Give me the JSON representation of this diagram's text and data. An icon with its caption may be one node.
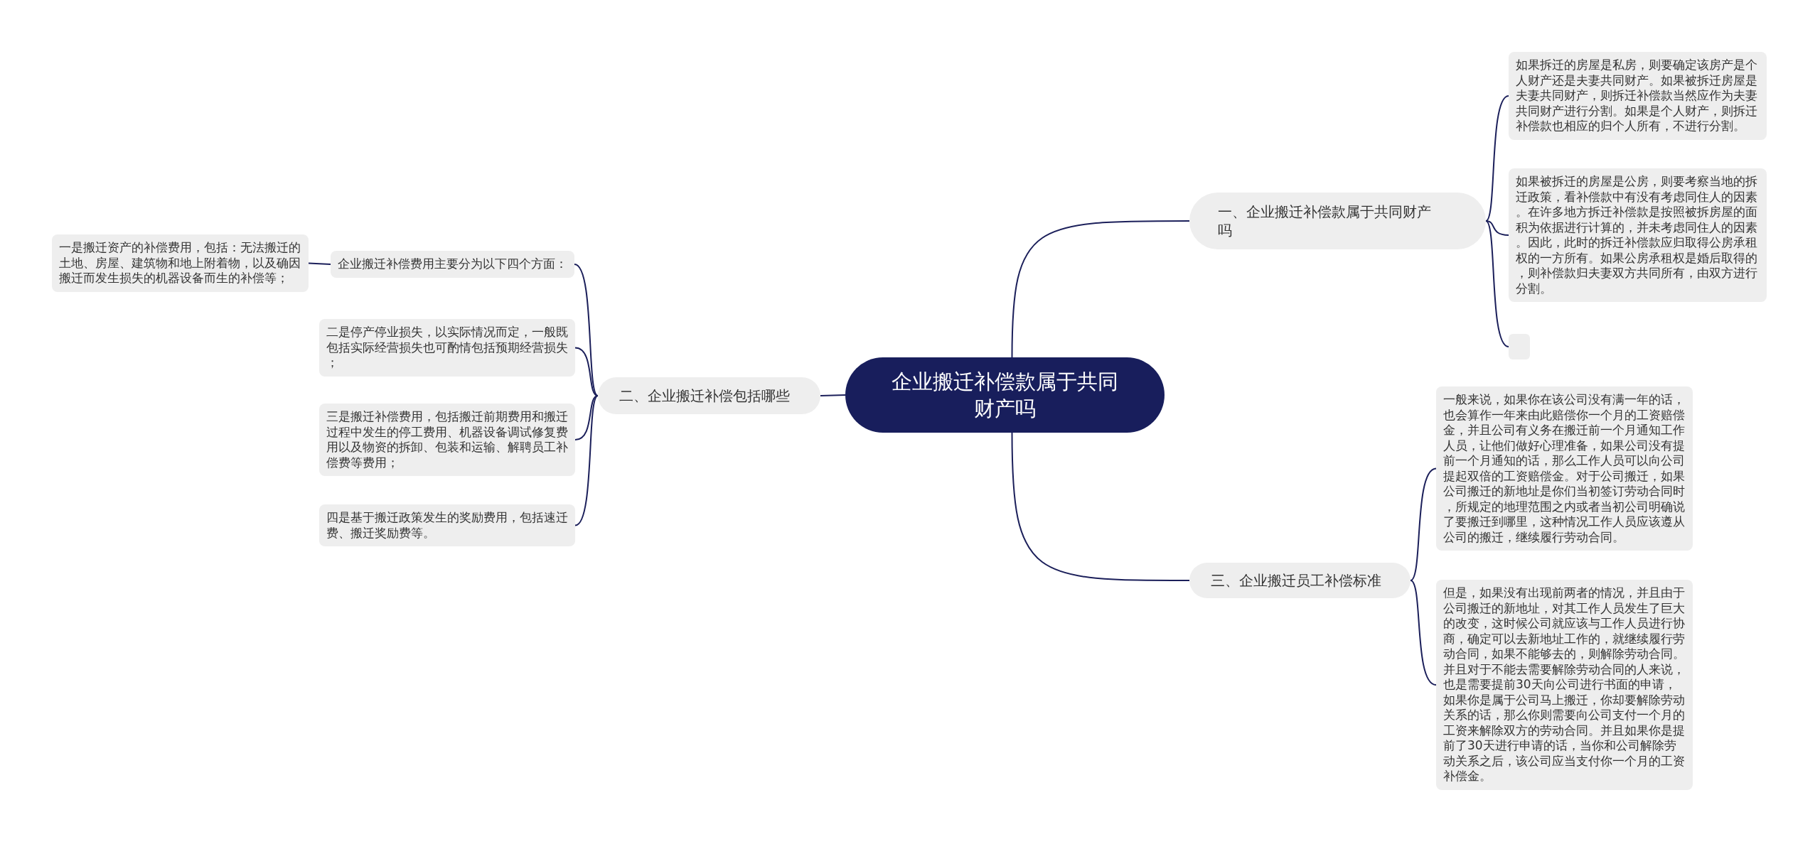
{
  "diagram": {
    "nodes": [
      {
        "text": [
          "企业搬迁补偿款属于共同财产吗"
        ]
      },
      {
        "text": [
          "一、企业搬迁补偿款属于共同财产吗"
        ]
      },
      {
        "text": [
          "如果拆迁的房屋是私房，则要确定该房产是个人财产还是夫妻共同财产。如果被拆迁房屋是夫妻共同财产，则拆迁补偿款当然应作为夫妻共同财产进行分割。如果是个人财产，则拆迁补偿款也相应的归个人所有，不进行分割。"
        ]
      },
      {
        "text": [
          "如果被拆迁的房屋是公房，则要考察当地的拆迁政策，看补偿款中有没有考虑同住人的因素。在许多地方拆迁补偿款是按照被拆房屋的面积为依据进行计算的，并未考虑同住人的因素。因此，此时的拆迁补偿款应归取得公房承租权的一方所有。如果公房承租权是婚后取得的，则补偿款归夫妻双方共同所有，由双方进行分割。"
        ]
      },
      {
        "text": [],
        "shape": "box"
      },
      {
        "text": [
          "二、企业搬迁补偿包括哪些"
        ]
      },
      {
        "text": [
          "企业搬迁补偿费用主要分为以下四个方面："
        ]
      },
      {
        "text": [
          "一是搬迁资产的补偿费用，包括：无法搬迁的土地、房屋、建筑物和地上附着物，以及确因搬迁而发生损失的机器设备而生的补偿等；"
        ]
      },
      {
        "text": [
          "二是停产停业损失，以实际情况而定，一般既包括实际经营损失也可酌情包括预期经营损失；"
        ]
      },
      {
        "text": [
          "三是搬迁补偿费用，包括搬迁前期费用和搬迁过程中发生的停工费用、机器设备调试修复费用以及物资的拆卸、包装和运输、解聘员工补偿费等费用；"
        ]
      },
      {
        "text": [
          "四是基于搬迁政策发生的奖励费用，包括速迁费、搬迁奖励费等。"
        ]
      },
      {
        "text": [
          "三、企业搬迁员工补偿标准"
        ]
      },
      {
        "text": [
          "一般来说，如果你在该公司没有满一年的话，也会算作一年来由此赔偿你一个月的工资赔偿金，并且公司有义务在搬迁前一个月通知工作人员，让他们做好心理准备，如果公司没有提前一个月通知的话，那么工作人员可以向公司提起双倍的工资赔偿金。对于公司搬迁，如果公司搬迁的新地址是你们当初签订劳动合同时，所规定的地理范围之内或者当初公司明确说了要搬迁到哪里，这种情况工作人员应该遵从公司的搬迁，继续履行劳动合同。"
        ]
      },
      {
        "text": [
          "但是，如果没有出现前两者的情况，并且由于公司搬迁的新地址，对其工作人员发生了巨大的改变，这时候公司就应该与工作人员进行协商，确定可以去新地址工作的，就继续履行劳动合同，如果不能够去的，则解除劳动合同。并且对于不能去需要解除劳动合同的人来说，也是需要提前30天向公司进行书面的申请，如果你是属于公司马上搬迁，你却要解除劳动关系的话，那么你则需要向公司支付一个月的工资来解除双方的劳动合同。并且如果你是提前了30天进行申请的话，当你和公司解除劳动关系之后，该公司应当支付你一个月的工资补偿金。"
        ]
      }
    ],
    "edges": [
      {
        "from": 0,
        "to": 1,
        "arrow": "none"
      },
      {
        "from": 1,
        "to": 2,
        "arrow": "none"
      },
      {
        "from": 1,
        "to": 3,
        "arrow": "none"
      },
      {
        "from": 1,
        "to": 4,
        "arrow": "none"
      },
      {
        "from": 0,
        "to": 5,
        "arrow": "none"
      },
      {
        "from": 5,
        "to": 6,
        "arrow": "none"
      },
      {
        "from": 6,
        "to": 7,
        "arrow": "none"
      },
      {
        "from": 5,
        "to": 8,
        "arrow": "none"
      },
      {
        "from": 5,
        "to": 9,
        "arrow": "none"
      },
      {
        "from": 5,
        "to": 10,
        "arrow": "none"
      },
      {
        "from": 0,
        "to": 11,
        "arrow": "none"
      },
      {
        "from": 11,
        "to": 12,
        "arrow": "none"
      },
      {
        "from": 11,
        "to": 13,
        "arrow": "none"
      }
    ]
  }
}
